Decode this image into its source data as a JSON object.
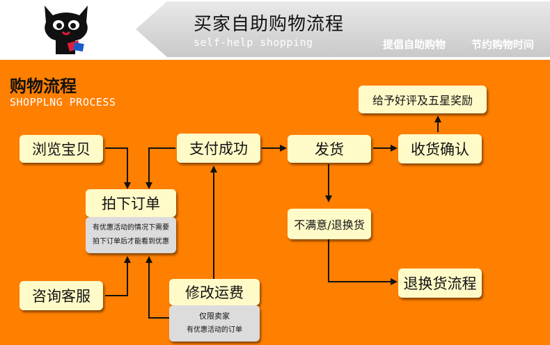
{
  "header": {
    "title": "买家自助购物流程",
    "subtitle": "self-help shopping",
    "slogans": [
      "提倡自助购物",
      "节约购物时间"
    ]
  },
  "section": {
    "title": "购物流程",
    "subtitle": "SHOPPLNG PROCESS"
  },
  "nodes": {
    "browse": "浏览宝贝",
    "order": "拍下订单",
    "order_note": [
      "有优惠活动的情况下需要",
      "拍下订单后才能看到优惠"
    ],
    "consult": "咨询客服",
    "modify": "修改运费",
    "modify_note": [
      "仅限卖家",
      "有优惠活动的订单"
    ],
    "paid": "支付成功",
    "ship": "发货",
    "confirm": "收货确认",
    "review": "给予好评及五星奖励",
    "unsatisfied": "不满意/退换货",
    "return_flow": "退换货流程"
  }
}
